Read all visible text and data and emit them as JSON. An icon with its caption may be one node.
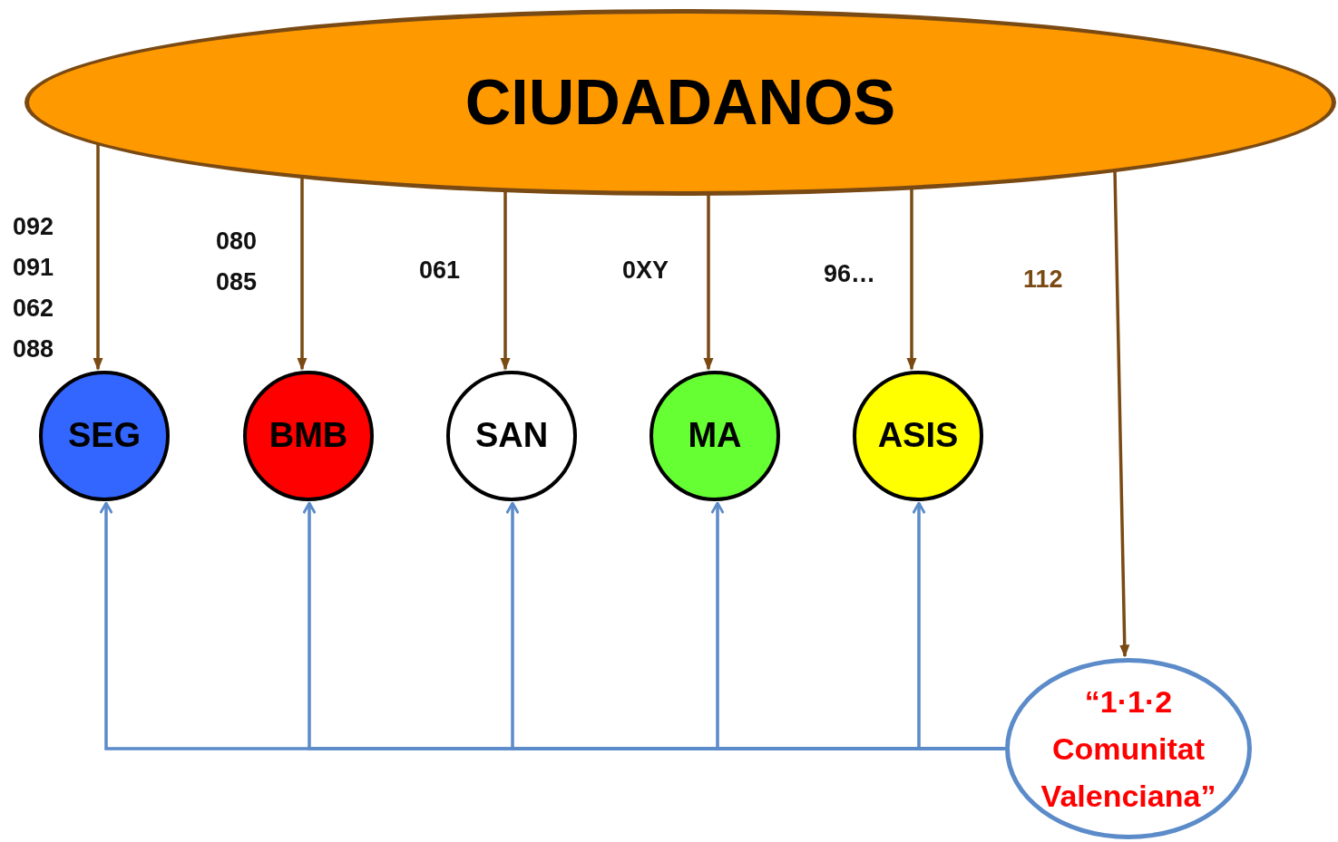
{
  "diagram": {
    "nodes": [
      {
        "text": [
          "CIUDADANOS"
        ]
      },
      {
        "text": [
          "SEG"
        ]
      },
      {
        "text": [
          "BMB"
        ]
      },
      {
        "text": [
          "SAN"
        ]
      },
      {
        "text": [
          "MA"
        ]
      },
      {
        "text": [
          "ASIS"
        ]
      },
      {
        "text": [
          "“1·1·2 Comunitat Valenciana”"
        ]
      }
    ],
    "edges": [
      {
        "from": 0,
        "to": 1,
        "arrow": "to",
        "label": "092 091 062 088"
      },
      {
        "from": 0,
        "to": 2,
        "arrow": "to",
        "label": "080 085"
      },
      {
        "from": 0,
        "to": 3,
        "arrow": "to",
        "label": "061"
      },
      {
        "from": 0,
        "to": 4,
        "arrow": "to",
        "label": "0XY"
      },
      {
        "from": 0,
        "to": 5,
        "arrow": "to",
        "label": "96…"
      },
      {
        "from": 0,
        "to": 6,
        "arrow": "to",
        "label": "112"
      },
      {
        "from": 6,
        "to": 1,
        "arrow": "to",
        "color": "#5b8bc9"
      },
      {
        "from": 6,
        "to": 2,
        "arrow": "to",
        "color": "#5b8bc9"
      },
      {
        "from": 6,
        "to": 3,
        "arrow": "to",
        "color": "#5b8bc9"
      },
      {
        "from": 6,
        "to": 4,
        "arrow": "to",
        "color": "#5b8bc9"
      },
      {
        "from": 6,
        "to": 5,
        "arrow": "to",
        "color": "#5b8bc9"
      }
    ]
  }
}
